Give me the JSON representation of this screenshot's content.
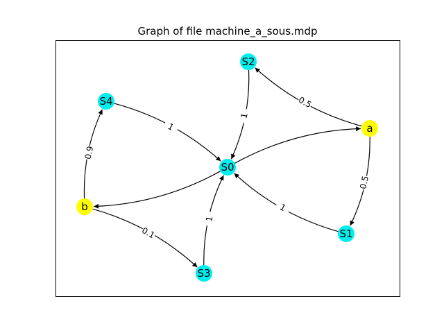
{
  "title": "Graph of file machine_a_sous.mdp",
  "colors": {
    "state_node": "#00eeee",
    "action_node": "#ffff00",
    "edge": "#000000",
    "background": "#ffffff"
  },
  "nodes": [
    {
      "id": "S0",
      "label": "S0",
      "kind": "state"
    },
    {
      "id": "S1",
      "label": "S1",
      "kind": "state"
    },
    {
      "id": "S2",
      "label": "S2",
      "kind": "state"
    },
    {
      "id": "S3",
      "label": "S3",
      "kind": "state"
    },
    {
      "id": "S4",
      "label": "S4",
      "kind": "state"
    },
    {
      "id": "a",
      "label": "a",
      "kind": "action"
    },
    {
      "id": "b",
      "label": "b",
      "kind": "action"
    }
  ],
  "edges": [
    {
      "from": "S0",
      "to": "a",
      "label": ""
    },
    {
      "from": "S0",
      "to": "b",
      "label": ""
    },
    {
      "from": "a",
      "to": "S2",
      "label": "0.5"
    },
    {
      "from": "a",
      "to": "S1",
      "label": "0.5"
    },
    {
      "from": "b",
      "to": "S4",
      "label": "0.9"
    },
    {
      "from": "b",
      "to": "S3",
      "label": "0.1"
    },
    {
      "from": "S2",
      "to": "S0",
      "label": "1"
    },
    {
      "from": "S1",
      "to": "S0",
      "label": "1"
    },
    {
      "from": "S3",
      "to": "S0",
      "label": "1"
    },
    {
      "from": "S4",
      "to": "S0",
      "label": "1"
    }
  ]
}
